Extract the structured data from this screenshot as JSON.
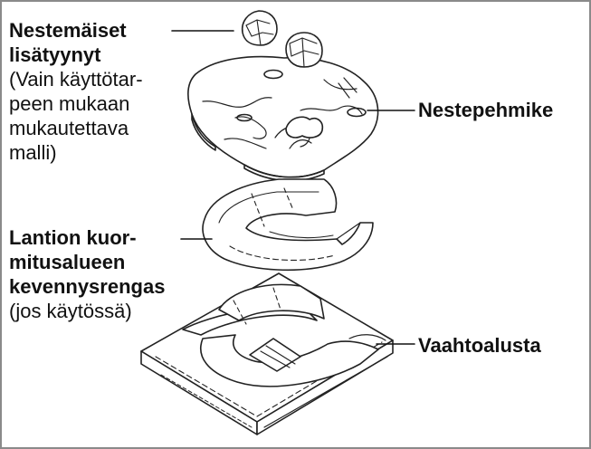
{
  "labels": {
    "additions": {
      "title_line1": "Nestemäiset",
      "title_line2": "lisätyynyt",
      "note_line1": "(Vain käyttötar-",
      "note_line2": "peen mukaan",
      "note_line3": "mukautettava",
      "note_line4": "malli)"
    },
    "fluid_pad": "Nestepehmike",
    "pelvic_ring": {
      "title_line1": "Lantion kuor-",
      "title_line2": "mitusalueen",
      "title_line3": "kevennysrengas",
      "note": "(jos käytössä)"
    },
    "foam_base": "Vaahtoalusta"
  },
  "colors": {
    "frame": "#8a8a8a",
    "ink": "#111111",
    "background": "#ffffff"
  }
}
